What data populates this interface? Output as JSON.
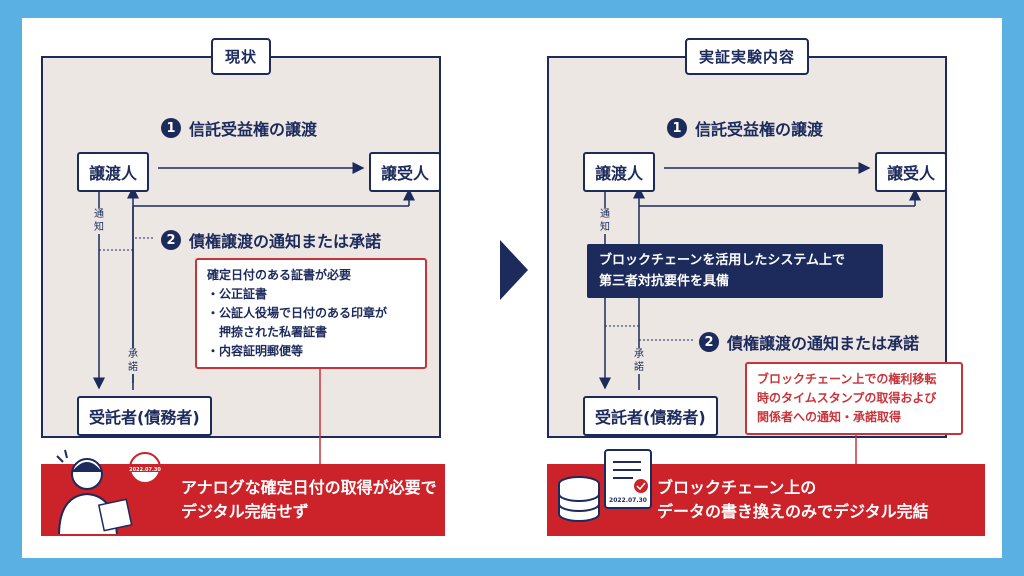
{
  "left": {
    "title": "現状",
    "step1": {
      "num": "1",
      "label": "信託受益権の譲渡"
    },
    "step2": {
      "num": "2",
      "label": "債権譲渡の通知または承諾"
    },
    "transferor": "譲渡人",
    "transferee": "譲受人",
    "trustee": "受託者(債務者)",
    "notice_label": "通知",
    "consent_label": "承諾",
    "requirement": {
      "heading": "確定日付のある証書が必要",
      "items": [
        "・公正証書",
        "・公証人役場で日付のある印章が",
        "　押捺された私署証書",
        "・内容証明郵便等"
      ]
    },
    "banner": [
      "アナログな確定日付の取得が必要で",
      "デジタル完結せず"
    ],
    "stamp_date": "2022.07.30"
  },
  "right": {
    "title": "実証実験内容",
    "step1": {
      "num": "1",
      "label": "信託受益権の譲渡"
    },
    "step2": {
      "num": "2",
      "label": "債権譲渡の通知または承諾"
    },
    "transferor": "譲渡人",
    "transferee": "譲受人",
    "trustee": "受託者(債務者)",
    "notice_label": "通知",
    "consent_label": "承諾",
    "blockchain_box": [
      "ブロックチェーンを活用したシステム上で",
      "第三者対抗要件を具備"
    ],
    "record_box": [
      "ブロックチェーン上での権利移転",
      "時のタイムスタンプの取得および",
      "関係者への通知・承諾取得"
    ],
    "banner": [
      "ブロックチェーン上の",
      "データの書き換えのみでデジタル完結"
    ],
    "doc_date": "2022.07.30"
  },
  "colors": {
    "navy": "#1c2a5c",
    "red": "#cc2229",
    "panel": "#ece7e3",
    "frame": "#5ab0e3"
  }
}
